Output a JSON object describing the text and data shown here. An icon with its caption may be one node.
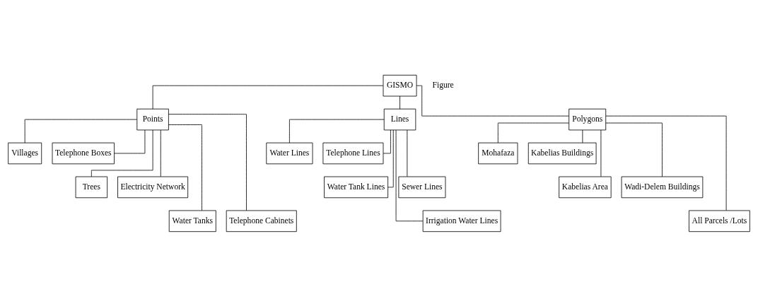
{
  "diagram": {
    "nodes": [
      {
        "text": [
          "GISMO"
        ]
      },
      {
        "text": [
          "Points"
        ]
      },
      {
        "text": [
          "Lines"
        ]
      },
      {
        "text": [
          "Polygons"
        ]
      },
      {
        "text": [
          "Villages"
        ]
      },
      {
        "text": [
          "Telephone Boxes"
        ]
      },
      {
        "text": [
          "Trees"
        ]
      },
      {
        "text": [
          "Electricity Network"
        ]
      },
      {
        "text": [
          "Water Tanks"
        ]
      },
      {
        "text": [
          "Telephone Cabinets"
        ]
      },
      {
        "text": [
          "Water Lines"
        ]
      },
      {
        "text": [
          "Telephone Lines"
        ]
      },
      {
        "text": [
          "Water Tank Lines"
        ]
      },
      {
        "text": [
          "Sewer Lines"
        ]
      },
      {
        "text": [
          "Irrigation Water Lines"
        ]
      },
      {
        "text": [
          "Mohafaza"
        ]
      },
      {
        "text": [
          "Kabelias Buildings"
        ]
      },
      {
        "text": [
          "Kabelias Area"
        ]
      },
      {
        "text": [
          "Wadi-Delem Buildings"
        ]
      },
      {
        "text": [
          "All Parcels /Lots"
        ]
      }
    ],
    "edges": [
      {
        "from": 0,
        "to": 1,
        "arrow": "none"
      },
      {
        "from": 0,
        "to": 2,
        "arrow": "none"
      },
      {
        "from": 0,
        "to": 3,
        "arrow": "none"
      },
      {
        "from": 1,
        "to": 4,
        "arrow": "none"
      },
      {
        "from": 1,
        "to": 5,
        "arrow": "none"
      },
      {
        "from": 1,
        "to": 6,
        "arrow": "none"
      },
      {
        "from": 1,
        "to": 7,
        "arrow": "none"
      },
      {
        "from": 1,
        "to": 8,
        "arrow": "none"
      },
      {
        "from": 1,
        "to": 9,
        "arrow": "none"
      },
      {
        "from": 2,
        "to": 10,
        "arrow": "none"
      },
      {
        "from": 2,
        "to": 11,
        "arrow": "none"
      },
      {
        "from": 2,
        "to": 12,
        "arrow": "none"
      },
      {
        "from": 2,
        "to": 13,
        "arrow": "none"
      },
      {
        "from": 2,
        "to": 14,
        "arrow": "none"
      },
      {
        "from": 3,
        "to": 15,
        "arrow": "none"
      },
      {
        "from": 3,
        "to": 16,
        "arrow": "none"
      },
      {
        "from": 3,
        "to": 17,
        "arrow": "none"
      },
      {
        "from": 3,
        "to": 18,
        "arrow": "none"
      },
      {
        "from": 3,
        "to": 19,
        "arrow": "none"
      }
    ],
    "labels": [
      "Figure"
    ]
  }
}
